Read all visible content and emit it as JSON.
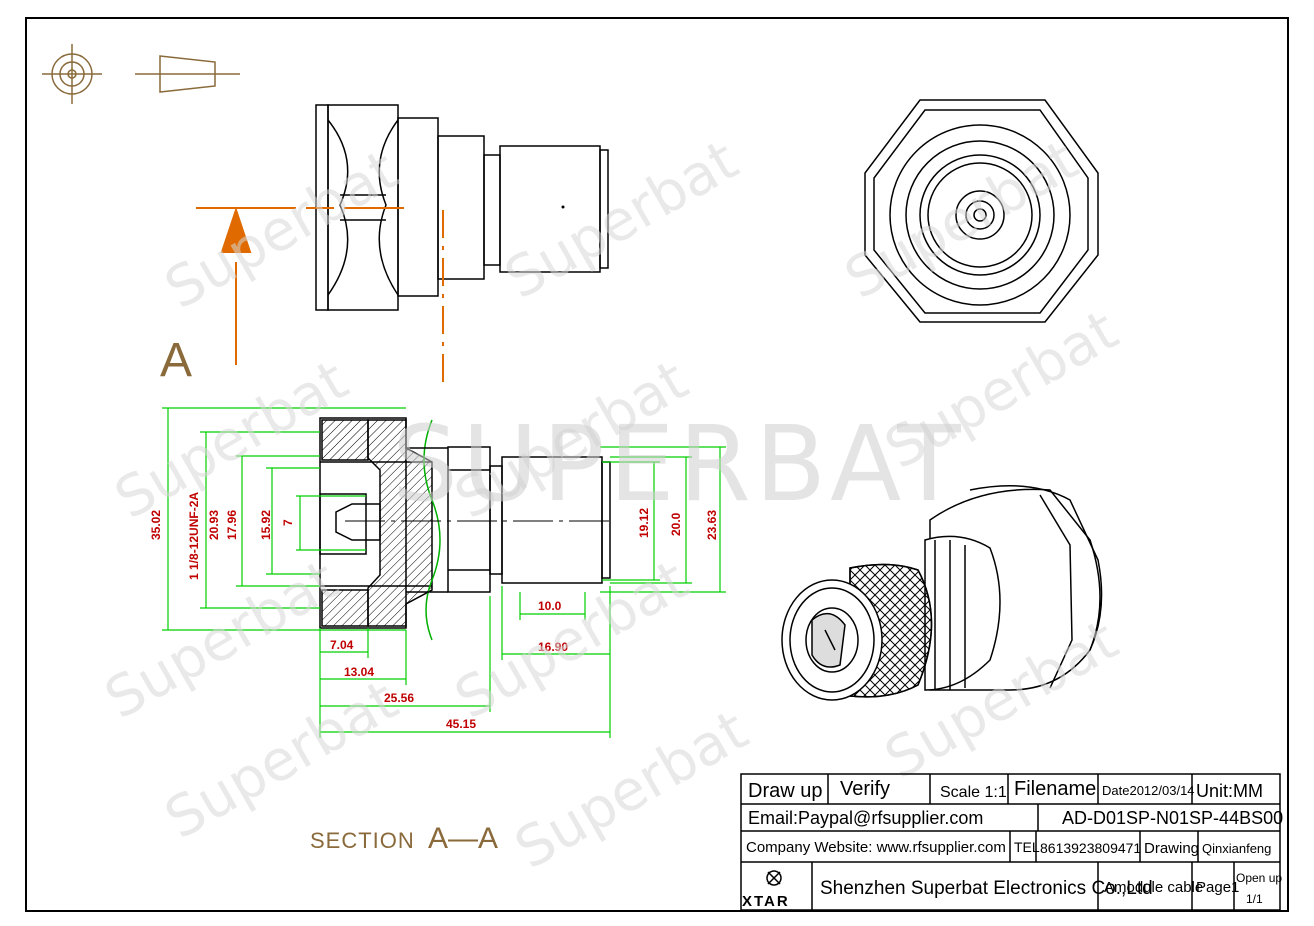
{
  "watermark": {
    "brand": "SUPERBAT",
    "text": "Superbat"
  },
  "section_marker": {
    "letter": "A"
  },
  "section_label": {
    "prefix": "SECTION",
    "name": "A—A"
  },
  "dimensions": {
    "d1": "35.02",
    "d2": "1 1/8-12UNF-2A",
    "d3": "20.93",
    "d4": "17.96",
    "d5": "15.92",
    "d6": "7",
    "d7": "19.12",
    "d8": "20.0",
    "d9": "23.63",
    "d10": "10.0",
    "d11": "7.04",
    "d12": "16.90",
    "d13": "13.04",
    "d14": "25.56",
    "d15": "45.15"
  },
  "title_block": {
    "draw_up": "Draw up",
    "verify": "Verify",
    "scale": "Scale 1:1",
    "filename": "Filename",
    "date": "Date2012/03/14",
    "unit": "Unit:MM",
    "email": "Email:Paypal@rfsupplier.com",
    "part_no": "AD-D01SP-N01SP-44BS00",
    "website": "Company Website:  www.rfsupplier.com",
    "tel_label": "TEL",
    "tel": "8613923809471",
    "drawing_label": "Drawing",
    "drawer": "Qinxianfeng",
    "logo": "XTAR",
    "company": "Shenzhen Superbat Electronics Co.,Ltd",
    "type": "Amodule cable",
    "page": "Page1",
    "open_up": "Open up",
    "open_up_val": "1/1"
  },
  "colors": {
    "line": "#000000",
    "dim": "#00d000",
    "dim_text": "#c00000",
    "section": "#e06a00",
    "symbol": "#8a6a3a"
  }
}
